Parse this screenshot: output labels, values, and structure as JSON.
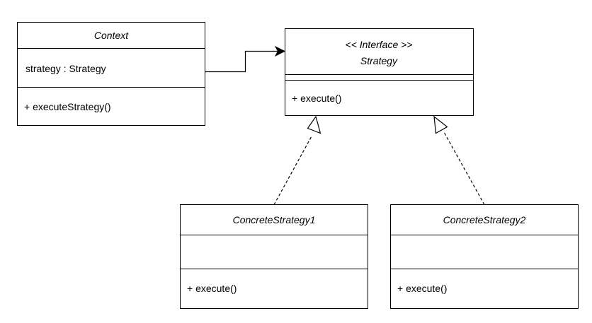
{
  "diagram": {
    "classes": {
      "context": {
        "title": "Context",
        "attribute": "strategy : Strategy",
        "method": "+ executeStrategy()"
      },
      "strategy": {
        "stereotype": "<< Interface >>",
        "title": "Strategy",
        "method": "+ execute()"
      },
      "concrete1": {
        "title": "ConcreteStrategy1",
        "method": "+ execute()"
      },
      "concrete2": {
        "title": "ConcreteStrategy2",
        "method": "+ execute()"
      }
    },
    "relationships": [
      {
        "kind": "association",
        "from": "Context",
        "to": "Strategy"
      },
      {
        "kind": "realization",
        "from": "ConcreteStrategy1",
        "to": "Strategy"
      },
      {
        "kind": "realization",
        "from": "ConcreteStrategy2",
        "to": "Strategy"
      }
    ]
  }
}
